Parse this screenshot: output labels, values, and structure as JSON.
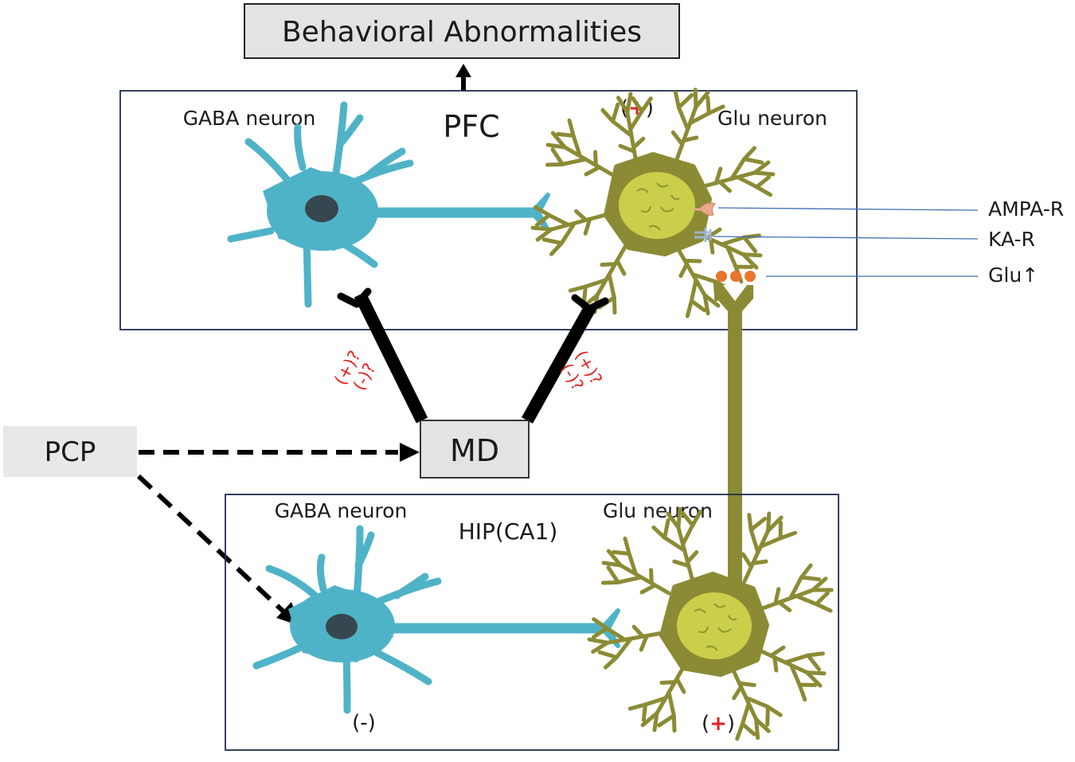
{
  "title": "Behavioral Abnormalities",
  "pfc": {
    "label": "PFC",
    "gaba_label": "GABA neuron",
    "glu_label": "Glu neuron",
    "glu_sign_open": "(",
    "glu_sign_mark": "+",
    "glu_sign_close": ")"
  },
  "hip": {
    "label": "HIP(CA1)",
    "gaba_label": "GABA neuron",
    "glu_label": "Glu neuron",
    "gaba_sign": "(-)",
    "glu_sign_open": "(",
    "glu_sign_mark": "+",
    "glu_sign_close": ")"
  },
  "md": {
    "label": "MD"
  },
  "pcp": {
    "label": "PCP"
  },
  "md_left_annot": [
    "(+)?",
    "(-)?"
  ],
  "md_right_annot": [
    "(+)?",
    "(-)?"
  ],
  "receptors": {
    "ampa": "AMPA-R",
    "ka": "KA-R",
    "glu": "Glu↑"
  },
  "colors": {
    "gaba_neuron": "#4fb3c8",
    "glu_neuron": "#8b8b35",
    "glu_soma": "#c9cf4a",
    "nucleus": "#37474f",
    "box_fill": "#e3e3e3",
    "pcp_fill": "#e8e8e8",
    "region_border": "#1f2d4d",
    "annotation_red": "#e62020",
    "vesicle": "#e8762a",
    "ampa": "#e8a98a",
    "ka": "#9cb4d8",
    "leader_line": "#3f6fb5"
  }
}
